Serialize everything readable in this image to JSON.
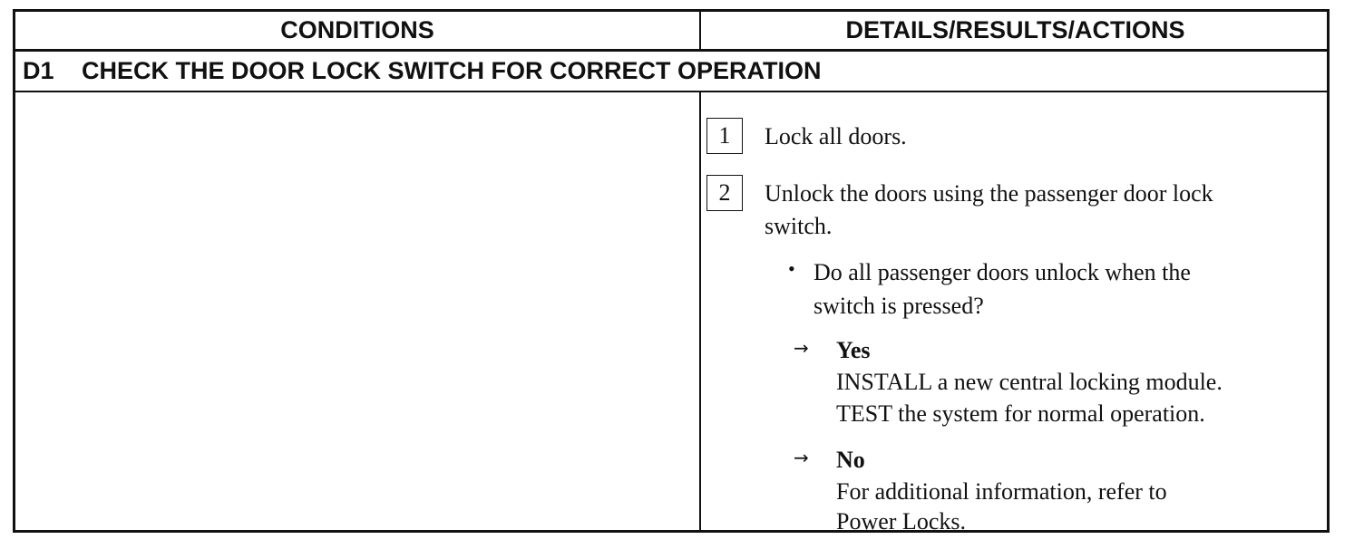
{
  "table": {
    "header": {
      "conditions": "CONDITIONS",
      "details": "DETAILS/RESULTS/ACTIONS"
    },
    "step": {
      "id": "D1",
      "title": "CHECK THE DOOR LOCK SWITCH FOR CORRECT OPERATION"
    },
    "actions": [
      {
        "number": "1",
        "text": "Lock all doors."
      },
      {
        "number": "2",
        "line1": "Unlock the doors using the passenger door lock",
        "line2": "switch."
      }
    ],
    "question": {
      "line1": "Do all passenger doors unlock when the",
      "line2": "switch is pressed?"
    },
    "results": {
      "yes": {
        "label": "Yes",
        "line1": "INSTALL a new central locking module.",
        "line2": "TEST the system for normal operation."
      },
      "no": {
        "label": "No",
        "line1": "For additional information, refer to",
        "line2": "Power Locks."
      }
    }
  }
}
